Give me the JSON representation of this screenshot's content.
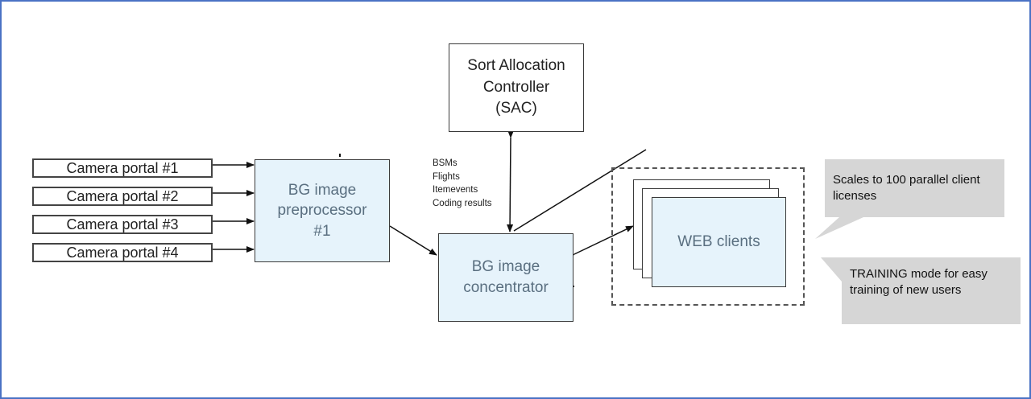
{
  "camera_portals": [
    "Camera portal #1",
    "Camera portal #2",
    "Camera portal #3",
    "Camera portal #4"
  ],
  "preprocessor": {
    "label": "BG image\npreprocessor\n#1"
  },
  "sac": {
    "label": "Sort Allocation\nController\n(SAC)"
  },
  "concentrator": {
    "label": "BG image\nconcentrator"
  },
  "web_clients": {
    "label": "WEB clients"
  },
  "messages": [
    "BSMs",
    "Flights",
    "Itemevents",
    "Coding results"
  ],
  "callouts": {
    "scales": "Scales to 100 parallel client licenses",
    "training": "TRAINING mode for easy training of new users"
  },
  "colors": {
    "frame": "#4a72c4",
    "box_fill": "#e6f3fb",
    "callout": "#d6d6d6"
  }
}
